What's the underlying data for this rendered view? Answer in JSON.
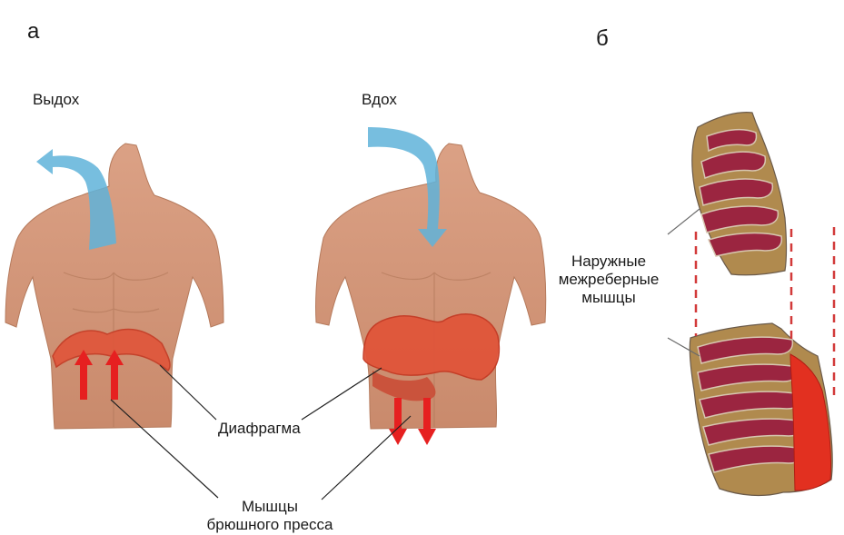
{
  "panels": {
    "a": "а",
    "b": "б"
  },
  "labels": {
    "exhale": "Выдох",
    "inhale": "Вдох",
    "diaphragm": "Диафрагма",
    "abdominal_line1": "Мышцы",
    "abdominal_line2": "брюшного пресса",
    "intercostal_line1": "Наружные",
    "intercostal_line2": "межреберные",
    "intercostal_line3": "мышцы"
  },
  "colors": {
    "skin": "#d79a7c",
    "skin_shadow": "#b97a5f",
    "air_arrow": "#5fb3d9",
    "diaphragm": "#e0553a",
    "muscle_arrow": "#e62020",
    "rib_bone": "#b08a4e",
    "intercostal_muscle": "#9b2540",
    "dashed_line": "#d23a3a"
  }
}
